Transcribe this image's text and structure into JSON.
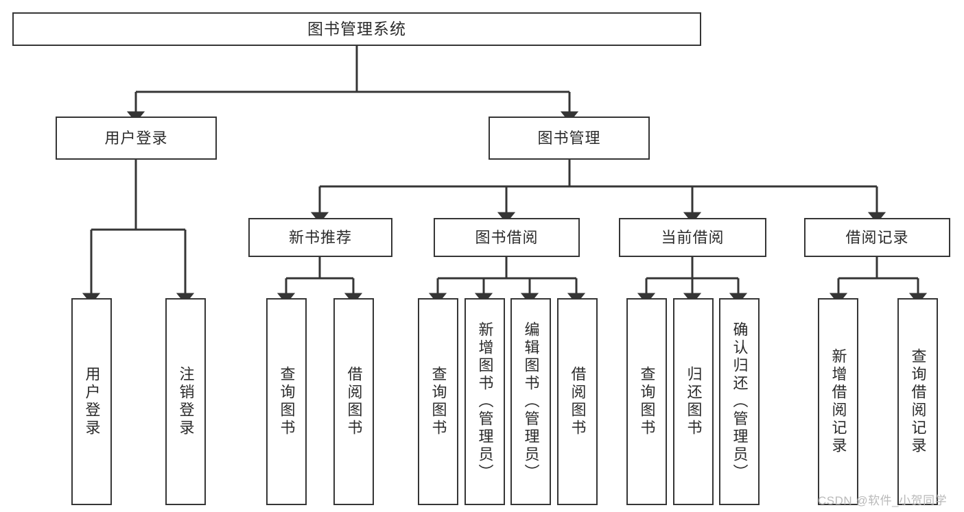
{
  "diagram": {
    "type": "tree",
    "title": "图书管理系统",
    "root": {
      "label": "图书管理系统"
    },
    "level2": [
      {
        "label": "用户登录"
      },
      {
        "label": "图书管理"
      }
    ],
    "level3": [
      {
        "label": "新书推荐"
      },
      {
        "label": "图书借阅"
      },
      {
        "label": "当前借阅"
      },
      {
        "label": "借阅记录"
      }
    ],
    "leaves": {
      "user_login": [
        {
          "label": "用户登录"
        },
        {
          "label": "注销登录"
        }
      ],
      "new_book_recommend": [
        {
          "label": "查询图书"
        },
        {
          "label": "借阅图书"
        }
      ],
      "book_borrow": [
        {
          "label": "查询图书"
        },
        {
          "label": "新增图书（管理员）"
        },
        {
          "label": "编辑图书（管理员）"
        },
        {
          "label": "借阅图书"
        }
      ],
      "current_borrow": [
        {
          "label": "查询图书"
        },
        {
          "label": "归还图书"
        },
        {
          "label": "确认归还（管理员）"
        }
      ],
      "borrow_record": [
        {
          "label": "新增借阅记录"
        },
        {
          "label": "查询借阅记录"
        }
      ]
    }
  },
  "watermark": {
    "text": "CSDN @软件_小贺同学"
  },
  "colors": {
    "stroke": "#353535",
    "text": "#2b2b2b",
    "background": "#ffffff",
    "watermark": "#b9b9b9"
  }
}
